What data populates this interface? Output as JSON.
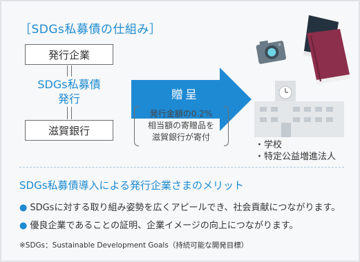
{
  "title": "［SDGs私募債の仕組み］",
  "flow": {
    "issuer": "発行企業",
    "issue_line1": "SDGs私募債",
    "issue_line2": "発行",
    "bank": "滋賀銀行",
    "arrow_label": "贈呈",
    "note_lines": [
      "発行金額の0.2%",
      "相当額の寄贈品を",
      "滋賀銀行が寄付"
    ],
    "recipients": [
      "・学校",
      "・特定公益増進法人"
    ]
  },
  "merit": {
    "title": "SDGs私募債導入による発行企業さまのメリット",
    "items": [
      "SDGsに対する取り組み姿勢を広くアピールでき、社会貢献につながります。",
      "優良企業であることの証明、企業イメージの向上につながります。"
    ]
  },
  "footnote": "※SDGs：Sustainable Development Goals（持続可能な開発目標）",
  "colors": {
    "accent": "#1d8bd1",
    "arrow": "#1f8ad4",
    "background": "#f7f8f9"
  },
  "icons": [
    "camera-icon",
    "books-icon",
    "school-building-icon"
  ]
}
